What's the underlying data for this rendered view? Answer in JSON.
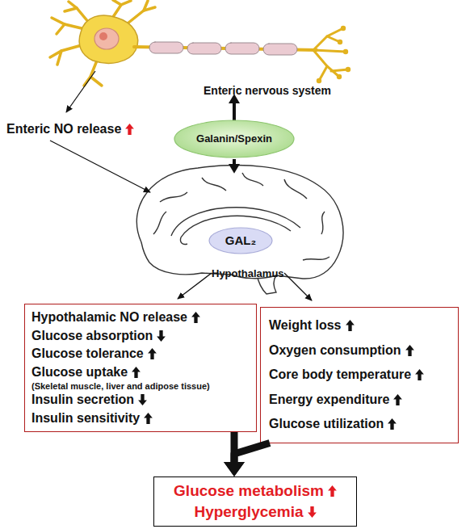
{
  "diagram": {
    "nodes": [
      {
        "text": [
          "Galanin/Spexin"
        ]
      },
      {
        "text": [
          "GAL₂"
        ]
      },
      {
        "text": [
          "Hypothalamic NO release",
          "Glucose absorption",
          "Glucose tolerance",
          "Glucose uptake",
          "(Skeletal muscle, liver and adipose tissue)",
          "Insulin secretion",
          "Insulin sensitivity"
        ]
      },
      {
        "text": [
          "Weight loss",
          "Oxygen consumption",
          "Core body temperature",
          "Energy expenditure",
          "Glucose utilization"
        ]
      },
      {
        "text": [
          "Glucose metabolism",
          "Hyperglycemia"
        ]
      }
    ],
    "edges": [
      {
        "from": 2,
        "to": 4,
        "arrow": "to"
      },
      {
        "from": 3,
        "to": 4,
        "arrow": "to"
      }
    ],
    "labels": [
      "Enteric nervous system",
      "Enteric NO release",
      "Hypothalamus"
    ]
  }
}
